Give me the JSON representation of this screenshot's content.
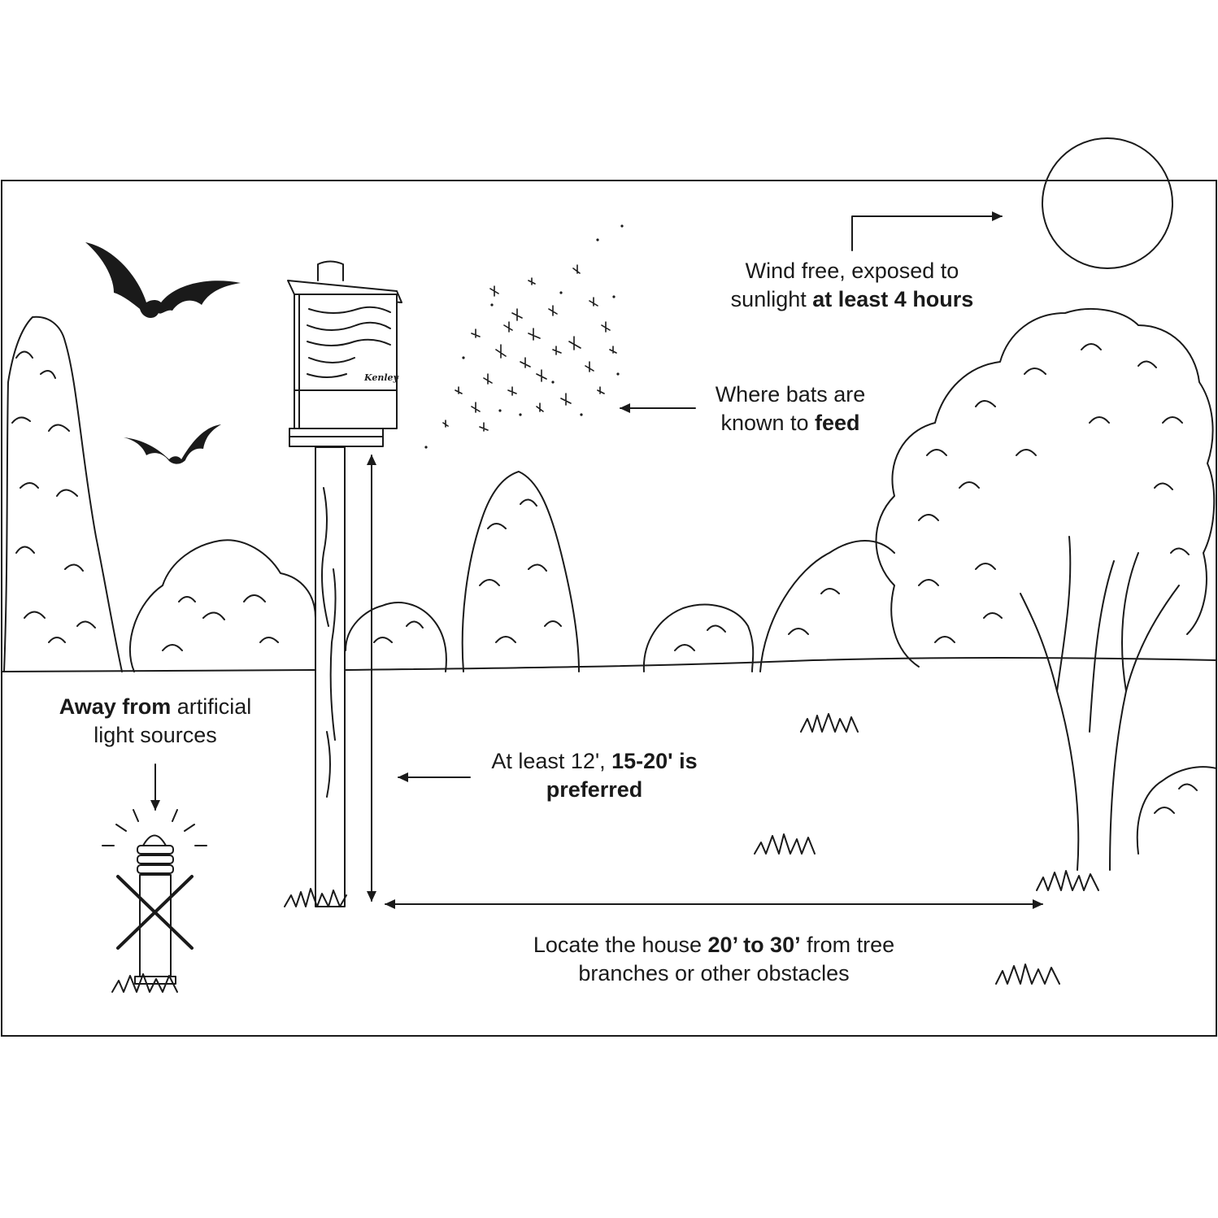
{
  "frame": {
    "stroke": "#1a1a1a",
    "background": "#ffffff"
  },
  "labels": {
    "sun": {
      "pre": "Wind free, exposed to",
      "mid": "sunlight ",
      "bold": "at least 4 hours"
    },
    "feed": {
      "line1": "Where bats are",
      "mid": "known to ",
      "bold": "feed"
    },
    "light": {
      "bold": "Away from",
      "rest": " artificial",
      "line2": "light sources"
    },
    "height": {
      "pre": "At least 12', ",
      "bold1": "15-20' is",
      "bold2": "preferred"
    },
    "distance": {
      "pre": "Locate the house ",
      "bold": "20’ to 30’",
      "rest": " from tree",
      "line2": "branches or other obstacles"
    }
  },
  "bat_house": {
    "brand": "Kenley"
  },
  "icons": [
    "bat-icon",
    "sun-icon",
    "insect-swarm-icon",
    "bat-house-icon",
    "tree-icon",
    "lamp-post-icon",
    "grass-icon",
    "arrow-icon"
  ]
}
